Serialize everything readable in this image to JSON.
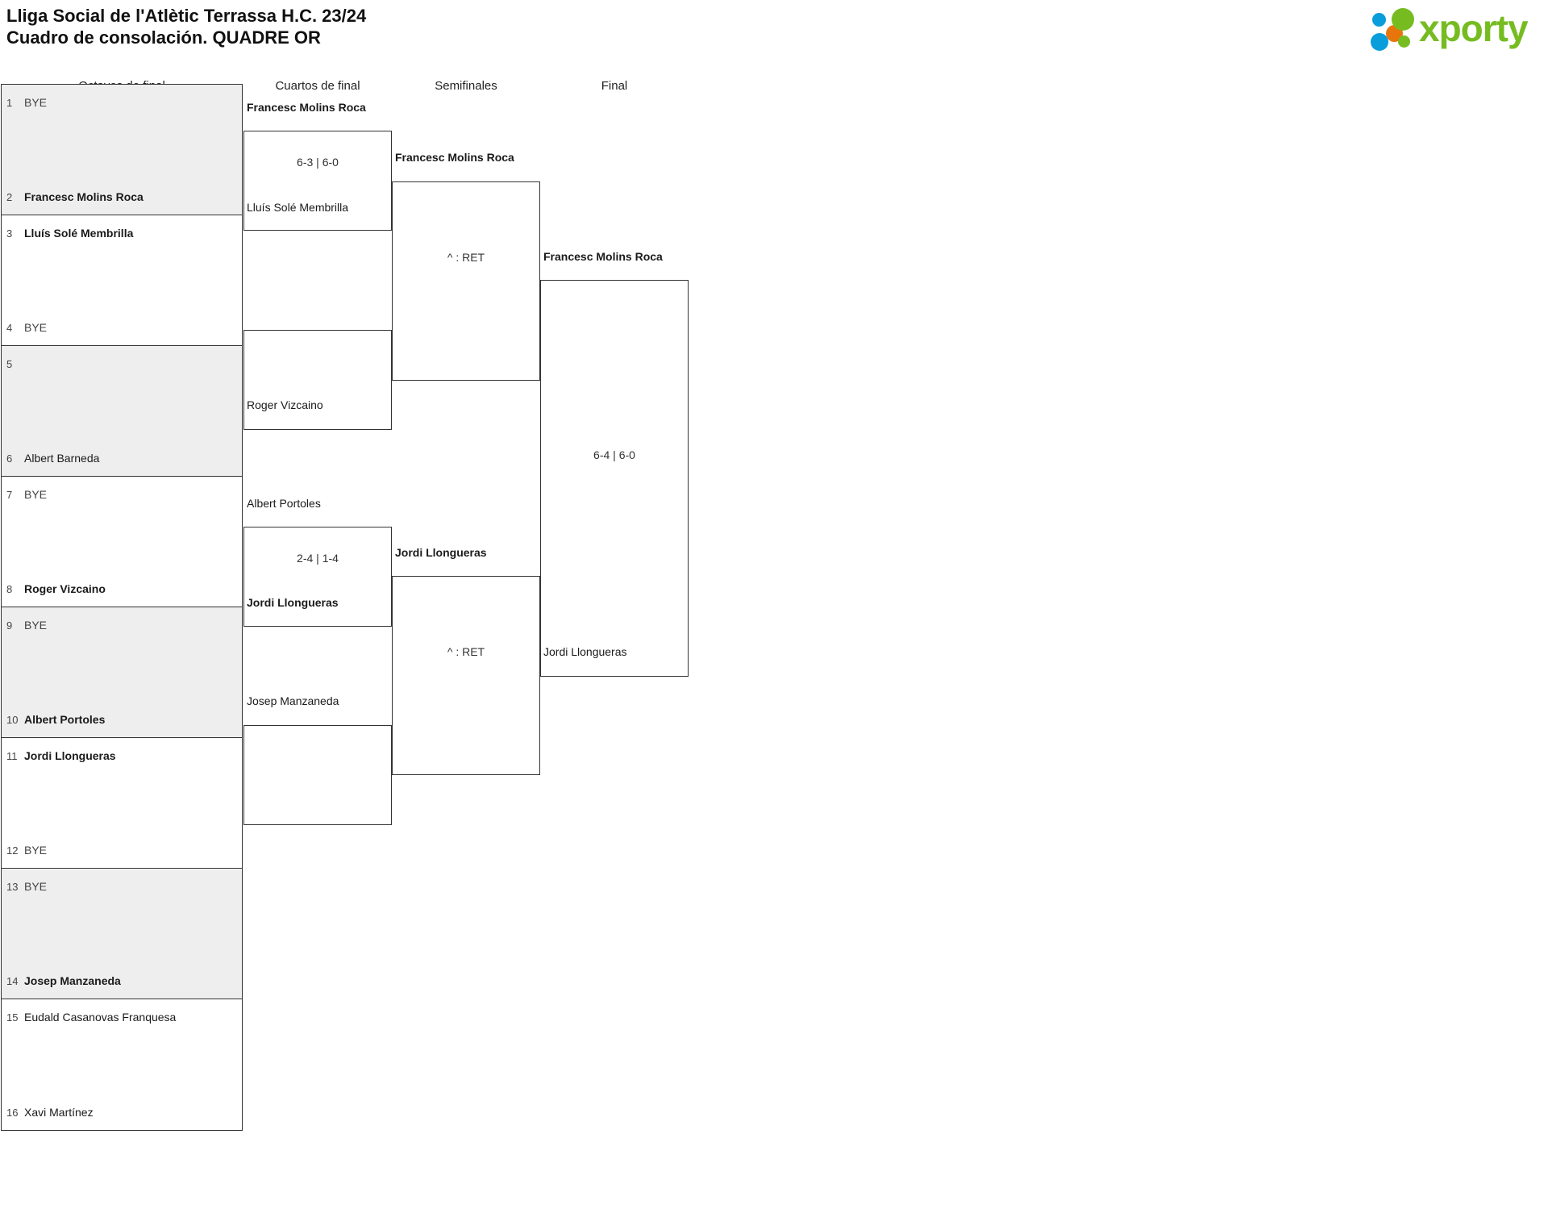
{
  "header": {
    "title_line1": "Lliga Social de l'Atlètic Terrassa H.C. 23/24",
    "title_line2": "Cuadro de consolación. QUADRE OR",
    "logo_text": "xporty"
  },
  "rounds": [
    {
      "label": "Octavos de final"
    },
    {
      "label": "Cuartos de final"
    },
    {
      "label": "Semifinales"
    },
    {
      "label": "Final"
    }
  ],
  "round1": {
    "pairs": [
      {
        "shaded": true,
        "top": {
          "seed": "1",
          "name": "BYE",
          "bold": false,
          "bye": true
        },
        "bottom": {
          "seed": "2",
          "name": "Francesc Molins Roca",
          "bold": true,
          "bye": false
        }
      },
      {
        "shaded": false,
        "top": {
          "seed": "3",
          "name": "Lluís Solé Membrilla",
          "bold": true,
          "bye": false
        },
        "bottom": {
          "seed": "4",
          "name": "BYE",
          "bold": false,
          "bye": true
        }
      },
      {
        "shaded": true,
        "top": {
          "seed": "5",
          "name": "",
          "bold": false,
          "bye": false
        },
        "bottom": {
          "seed": "6",
          "name": "Albert Barneda",
          "bold": false,
          "bye": false
        }
      },
      {
        "shaded": false,
        "top": {
          "seed": "7",
          "name": "BYE",
          "bold": false,
          "bye": true
        },
        "bottom": {
          "seed": "8",
          "name": "Roger Vizcaino",
          "bold": true,
          "bye": false
        }
      },
      {
        "shaded": true,
        "top": {
          "seed": "9",
          "name": "BYE",
          "bold": false,
          "bye": true
        },
        "bottom": {
          "seed": "10",
          "name": "Albert Portoles",
          "bold": true,
          "bye": false
        }
      },
      {
        "shaded": false,
        "top": {
          "seed": "11",
          "name": "Jordi Llongueras",
          "bold": true,
          "bye": false
        },
        "bottom": {
          "seed": "12",
          "name": "BYE",
          "bold": false,
          "bye": true
        }
      },
      {
        "shaded": true,
        "top": {
          "seed": "13",
          "name": "BYE",
          "bold": false,
          "bye": true
        },
        "bottom": {
          "seed": "14",
          "name": "Josep Manzaneda",
          "bold": true,
          "bye": false
        }
      },
      {
        "shaded": false,
        "top": {
          "seed": "15",
          "name": "Eudald Casanovas Franquesa",
          "bold": false,
          "bye": false
        },
        "bottom": {
          "seed": "16",
          "name": "Xavi Martínez",
          "bold": false,
          "bye": false
        }
      }
    ]
  },
  "quarterfinals": [
    {
      "top_name": "Francesc Molins Roca",
      "top_bold": true,
      "bottom_name": "Lluís Solé Membrilla",
      "bottom_bold": false,
      "score": "6-3 | 6-0"
    },
    {
      "top_name": "",
      "top_bold": false,
      "bottom_name": "Roger Vizcaino",
      "bottom_bold": false,
      "score": ""
    },
    {
      "top_name": "Albert Portoles",
      "top_bold": false,
      "bottom_name": "Jordi Llongueras",
      "bottom_bold": true,
      "score": "2-4 | 1-4"
    },
    {
      "top_name": "Josep Manzaneda",
      "top_bold": false,
      "bottom_name": "",
      "bottom_bold": false,
      "score": ""
    }
  ],
  "semifinals": [
    {
      "winner_name": "Francesc Molins Roca",
      "winner_bold": true,
      "score": "^ : RET"
    },
    {
      "winner_name": "Jordi Llongueras",
      "winner_bold": true,
      "score": "^ : RET"
    }
  ],
  "final": {
    "top_name": "Francesc Molins Roca",
    "top_bold": true,
    "bottom_name": "Jordi Llongueras",
    "bottom_bold": false,
    "score": "6-4 | 6-0"
  },
  "colors": {
    "shade": "#eeeeee",
    "border": "#333333",
    "logo_green": "#76bc21",
    "logo_blue": "#0a9ddb",
    "logo_orange": "#e8750c"
  }
}
